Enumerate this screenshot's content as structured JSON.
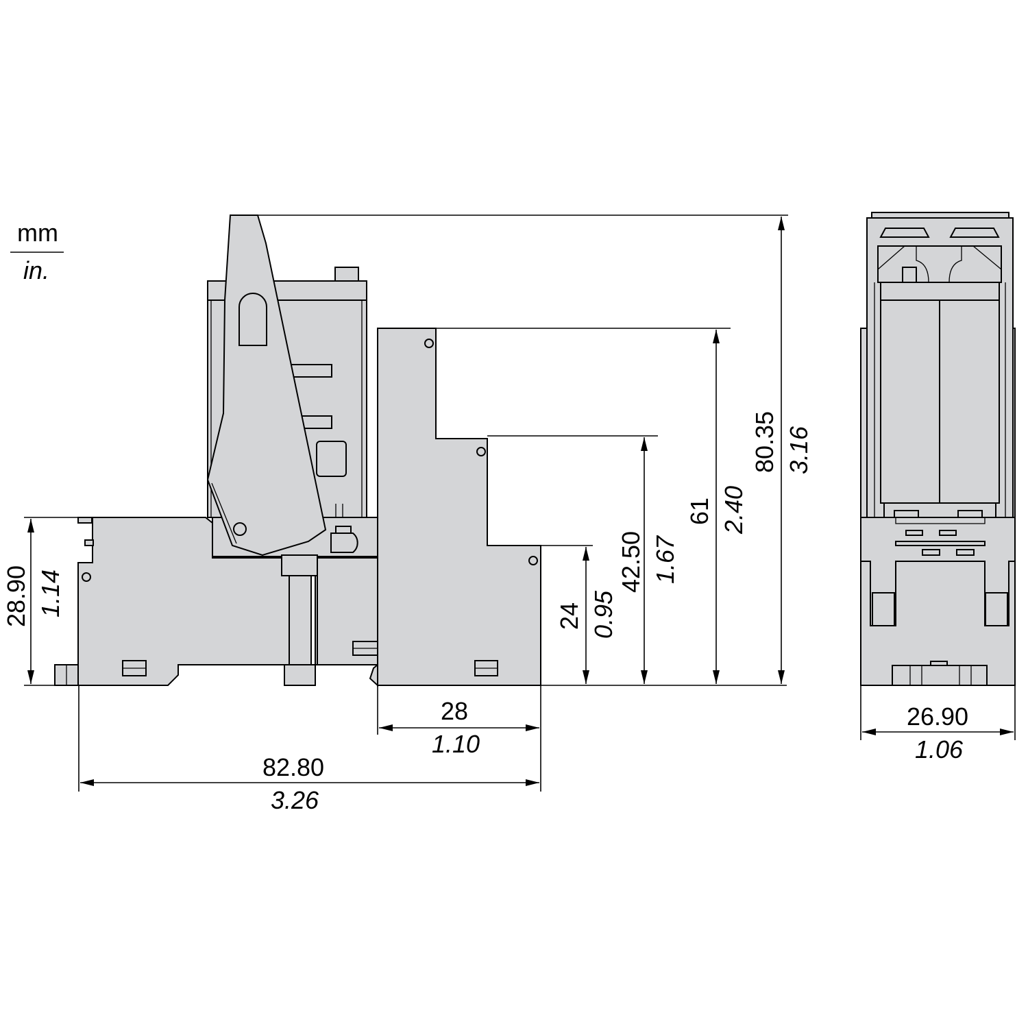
{
  "units": {
    "primary": "mm",
    "secondary": "in."
  },
  "dimensions": {
    "overall_height": {
      "mm": "80.35",
      "in": "3.16"
    },
    "step_height_61": {
      "mm": "61",
      "in": "2.40"
    },
    "step_height_42": {
      "mm": "42.50",
      "in": "1.67"
    },
    "step_height_24": {
      "mm": "24",
      "in": "0.95"
    },
    "base_height": {
      "mm": "28.90",
      "in": "1.14"
    },
    "step_width": {
      "mm": "28",
      "in": "1.10"
    },
    "overall_length": {
      "mm": "82.80",
      "in": "3.26"
    },
    "front_width": {
      "mm": "26.90",
      "in": "1.06"
    }
  },
  "colors": {
    "part_fill": "#d4d5d7",
    "line": "#000000"
  }
}
